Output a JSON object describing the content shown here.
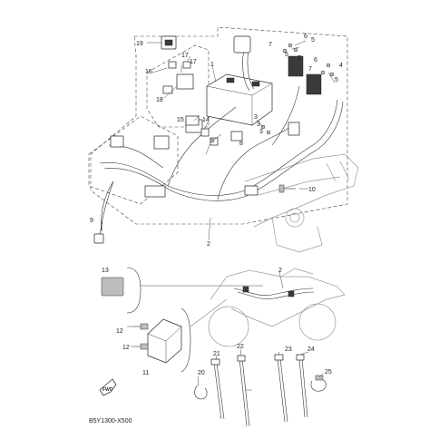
{
  "diagram": {
    "drawing_code": "B5Y1300-X500",
    "fwd_label": "FWD",
    "callouts": {
      "c1": "1",
      "c2_main": "2",
      "c2_side": "2",
      "c3a": "3",
      "c3b": "3",
      "c3c": "3",
      "c4": "4",
      "c5a": "5",
      "c5b": "5",
      "c5c": "5",
      "c6a": "6",
      "c6b": "6",
      "c7a": "7",
      "c7b": "7",
      "c7c": "7",
      "c8": "8",
      "c9": "9",
      "c10": "10",
      "c11": "11",
      "c12a": "12",
      "c12b": "12",
      "c13": "13",
      "c14": "14",
      "c15": "15",
      "c16": "16",
      "c17a": "17",
      "c17b": "17",
      "c18": "18",
      "c19": "19",
      "c20": "20",
      "c21": "21",
      "c22": "22",
      "c23": "23",
      "c24": "24",
      "c25": "25"
    }
  }
}
